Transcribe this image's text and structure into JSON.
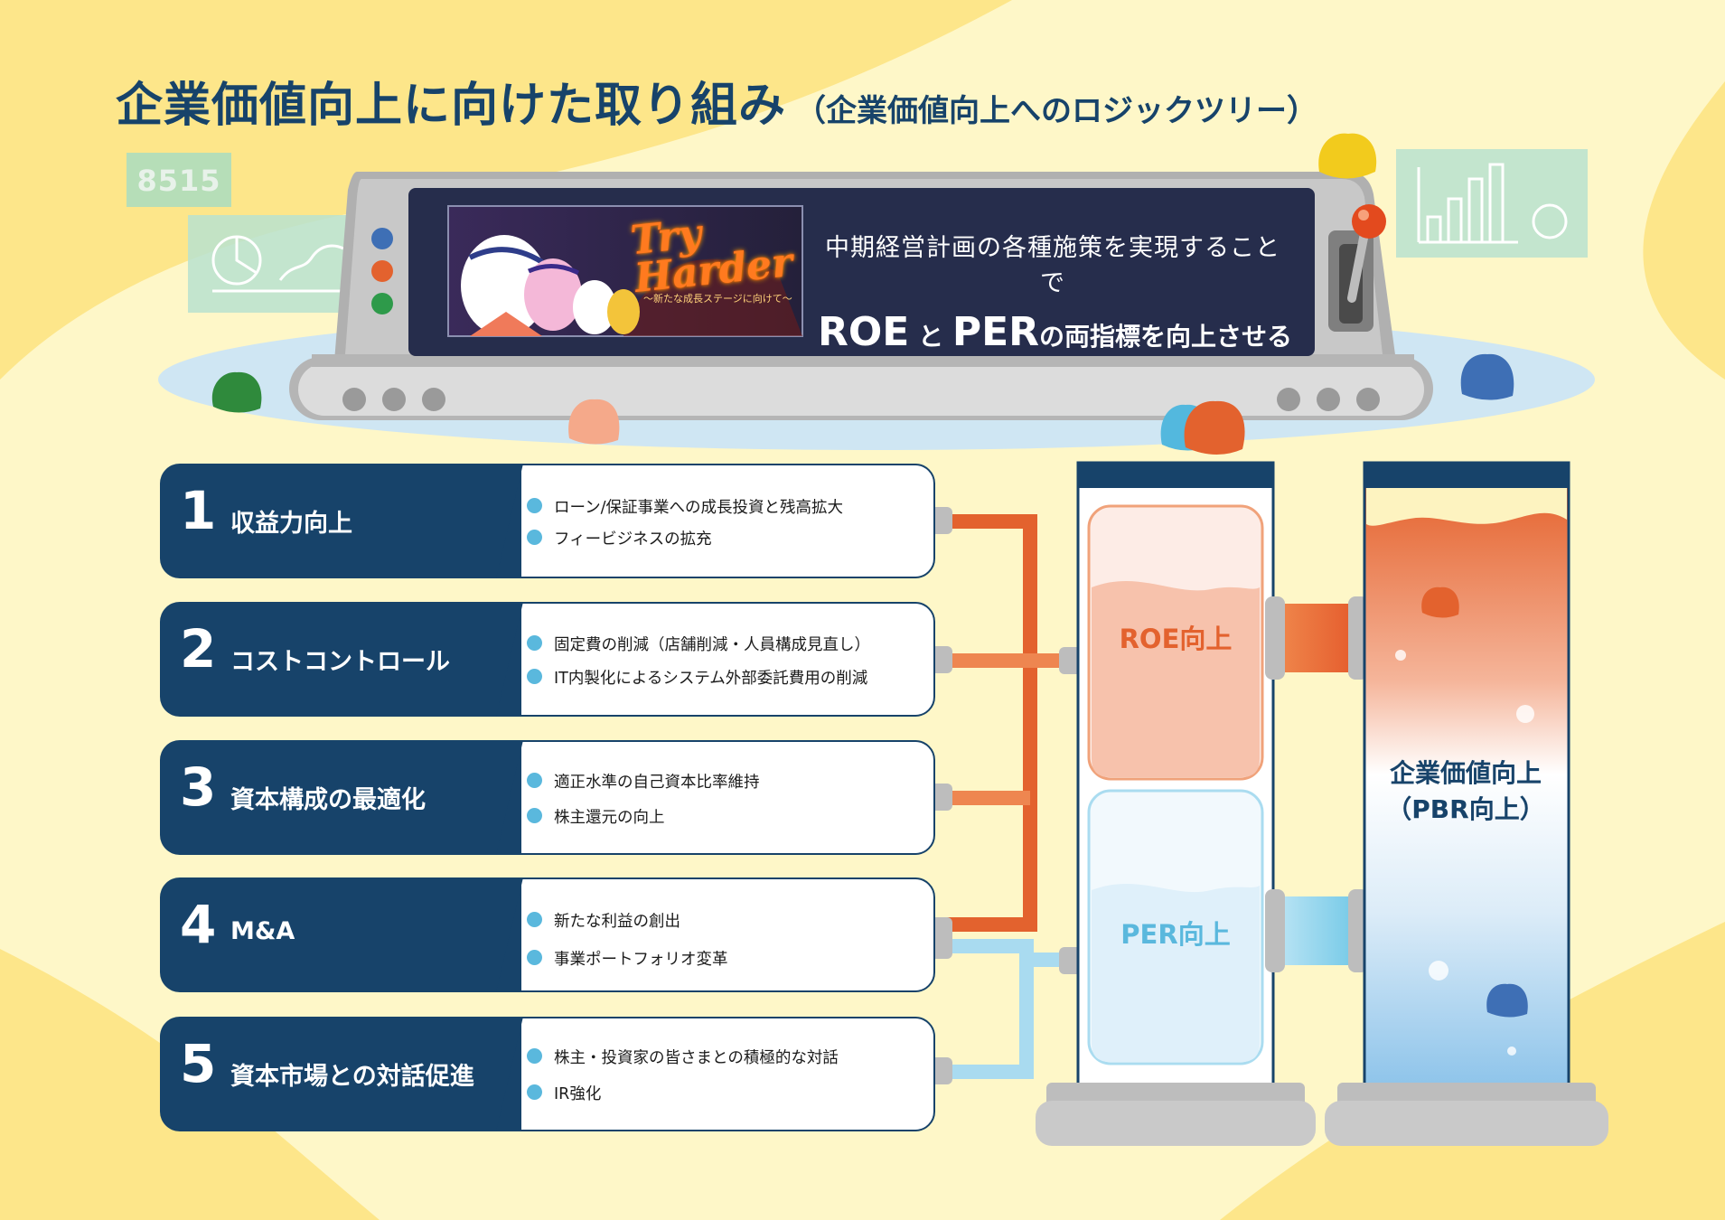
{
  "page": {
    "title": "企業価値向上に向けた取り組み",
    "subtitle": "（企業価値向上へのロジックツリー）"
  },
  "badge": {
    "code": "8515"
  },
  "banner": {
    "try_harder_line1": "Try",
    "try_harder_line2": "Harder",
    "try_harder_sub": "〜新たな成長ステージに向けて〜",
    "line1": "中期経営計画の各種施策を実現することで",
    "roe": "ROE",
    "to": "と",
    "per": "PER",
    "line2_rest": "の両指標を向上させる"
  },
  "measures": [
    {
      "num": "1",
      "label": "収益力向上",
      "bullets": [
        "ローン/保証事業への成長投資と残高拡大",
        "フィービジネスの拡充"
      ]
    },
    {
      "num": "2",
      "label": "コストコントロール",
      "bullets": [
        "固定費の削減（店舗削減・人員構成見直し）",
        "IT内製化によるシステム外部委託費用の削減"
      ]
    },
    {
      "num": "3",
      "label": "資本構成の最適化",
      "bullets": [
        "適正水準の自己資本比率維持",
        "株主還元の向上"
      ]
    },
    {
      "num": "4",
      "label": "M&A",
      "bullets": [
        "新たな利益の創出",
        "事業ポートフォリオ変革"
      ]
    },
    {
      "num": "5",
      "label": "資本市場との対話促進",
      "bullets": [
        "株主・投資家の皆さまとの積極的な対話",
        "IR強化"
      ]
    }
  ],
  "outcomes": {
    "roe": "ROE向上",
    "per": "PER向上",
    "pbr_line1": "企業価値向上",
    "pbr_line2": "（PBR向上）"
  },
  "colors": {
    "navy": "#17436a",
    "orange": "#e3622e",
    "light_blue": "#a9dbf0",
    "bullet": "#5ab8dd",
    "background": "#fef7c8"
  }
}
